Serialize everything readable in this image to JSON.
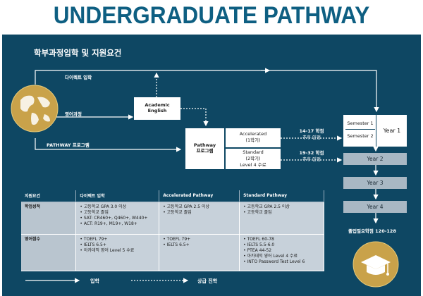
{
  "title": "UNDERGRADUATE PATHWAY PROGRAMS",
  "subtitle": "학부과정입학 및 지원요건",
  "flow": {
    "direct_label": "다이렉트 입학",
    "esl_label": "영어과정",
    "pathway_label": "PATHWAY 프로그램",
    "academic_english": "Academic English",
    "pathway_program": "Pathway 프로그램",
    "accelerated": "Accelerated",
    "accelerated_sub": "(1학기)",
    "standard": "Standard",
    "standard_sub": "(2학기)",
    "standard_level": "Level 4 수료",
    "credit_1": "14-17 학점",
    "credit_1_note": "추후 인정",
    "credit_2": "19-32 학점",
    "credit_2_note": "추후 인정",
    "semester_1": "Semester 1",
    "semester_2": "Semester 2",
    "year_1": "Year 1",
    "year_2": "Year 2",
    "year_3": "Year 3",
    "year_4": "Year 4",
    "graduation": "졸업필요학점 120-128"
  },
  "table": {
    "headers": [
      "지원요건",
      "다이렉트 입학",
      "Accelerated Pathway",
      "Standard Pathway"
    ],
    "rows": [
      {
        "label": "학업성적",
        "direct": [
          "• 고등학교 GPA 3.0 이상",
          "• 고등학교 졸업",
          "• SAT: CR460+, Q460+, W440+",
          "• ACT: R19+, M19+, W18+"
        ],
        "accelerated": [
          "• 고등학교 GPA 2.5 이상",
          "• 고등학교 졸업"
        ],
        "standard": [
          "• 고등학교 GPA 2.5 이상",
          "• 고등학교 졸업"
        ]
      },
      {
        "label": "영어점수",
        "direct": [
          "• TOEFL 79+",
          "• IELTS 6.5+",
          "• 아카데믹 영어 Level 5 수료"
        ],
        "accelerated": [
          "• TOEFL 79+",
          "• IELTS 6.5+"
        ],
        "standard": [
          "• TOEFL 60-78",
          "• IELTS 5.5-6.0",
          "• PTEA 44-52",
          "• 아카데믹 영어 Level 4 수료",
          "• INTO Password Test Level 6"
        ]
      }
    ]
  },
  "legend": {
    "admission": "입학",
    "progression": "상급 진학"
  },
  "colors": {
    "panel": "#0e4763",
    "title": "#0e5f82",
    "year_box": "#a9b8c4",
    "globe_gold": "#c9a24a"
  }
}
